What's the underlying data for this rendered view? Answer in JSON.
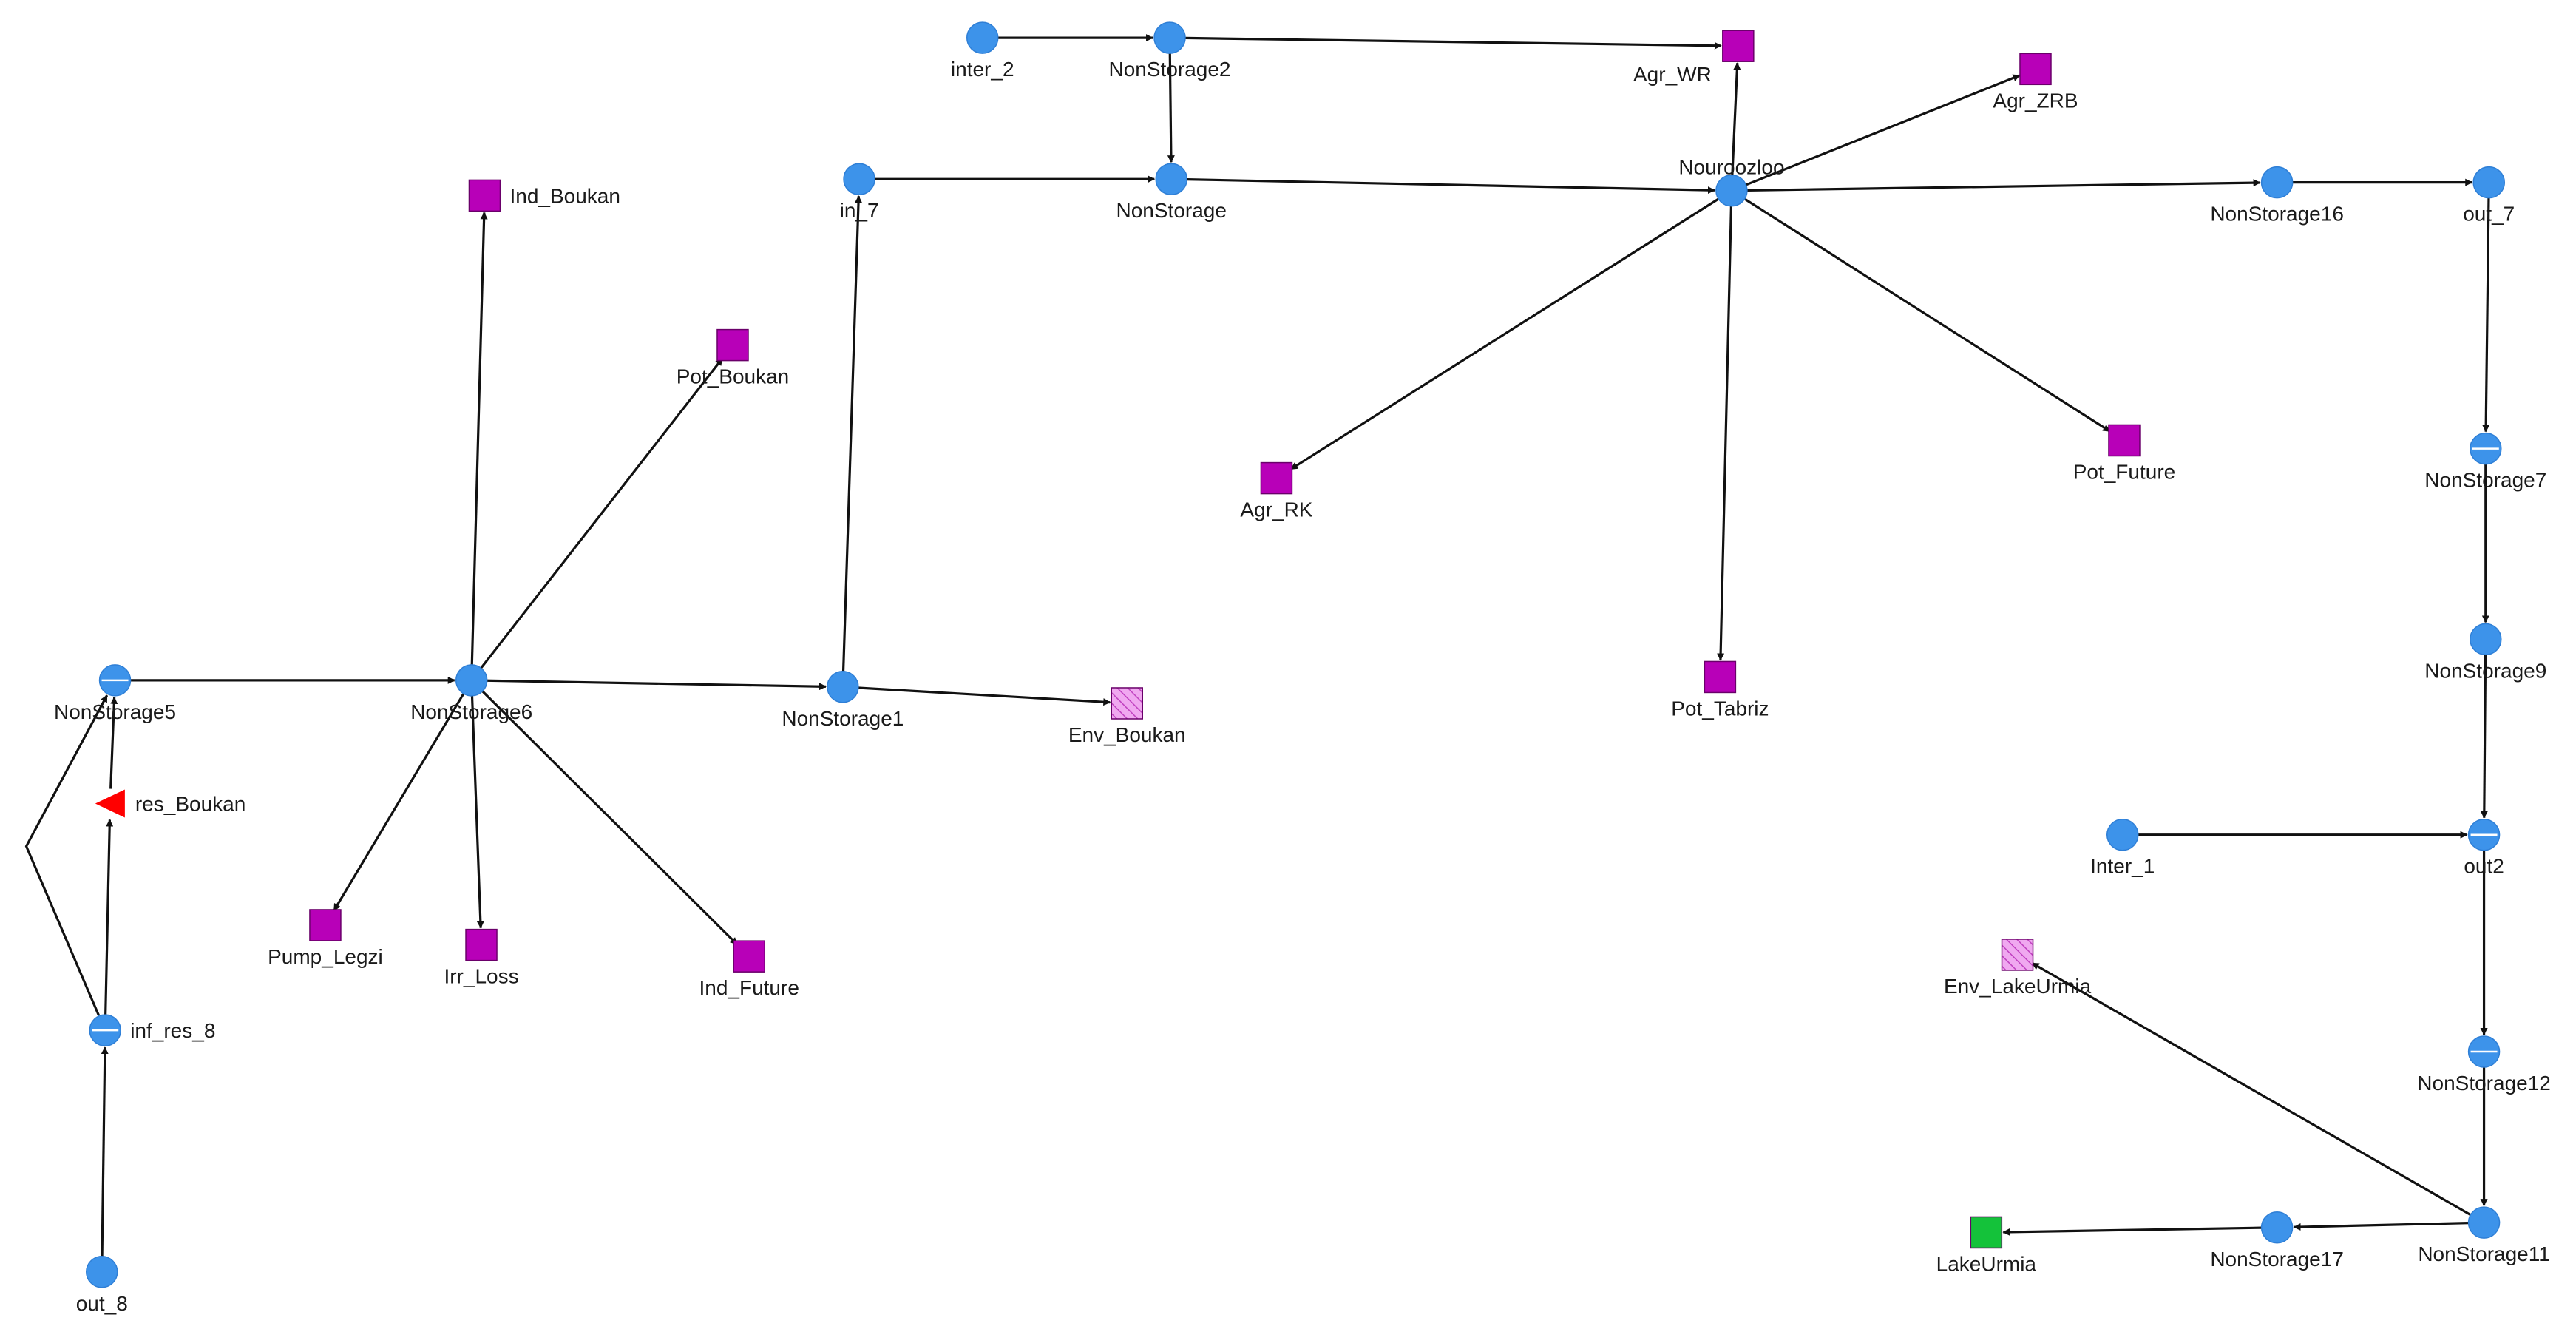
{
  "colors": {
    "nonstorage": "#3d93ea",
    "demand": "#b800b8",
    "environment": "#e58ae5",
    "reservoir": "#ff0000",
    "sink": "#14c23a",
    "edge": "#111111"
  },
  "nodes": {
    "inter_2": {
      "label": "inter_2",
      "type": "nonstorage"
    },
    "nonstorage2": {
      "label": "NonStorage2",
      "type": "nonstorage"
    },
    "agr_wr": {
      "label": "Agr_WR",
      "type": "demand"
    },
    "agr_zrb": {
      "label": "Agr_ZRB",
      "type": "demand"
    },
    "in_7": {
      "label": "in_7",
      "type": "nonstorage"
    },
    "nonstorage": {
      "label": "NonStorage",
      "type": "nonstorage"
    },
    "nouroozloo": {
      "label": "Nouroozloo",
      "type": "nonstorage"
    },
    "nonstorage16": {
      "label": "NonStorage16",
      "type": "nonstorage"
    },
    "out_7": {
      "label": "out_7",
      "type": "nonstorage"
    },
    "ind_boukan": {
      "label": "Ind_Boukan",
      "type": "demand"
    },
    "pot_boukan": {
      "label": "Pot_Boukan",
      "type": "demand"
    },
    "agr_rk": {
      "label": "Agr_RK",
      "type": "demand"
    },
    "pot_future": {
      "label": "Pot_Future",
      "type": "demand"
    },
    "nonstorage7": {
      "label": "NonStorage7",
      "type": "nonstorage_lined"
    },
    "nonstorage9": {
      "label": "NonStorage9",
      "type": "nonstorage"
    },
    "nonstorage5": {
      "label": "NonStorage5",
      "type": "nonstorage_lined"
    },
    "nonstorage6": {
      "label": "NonStorage6",
      "type": "nonstorage"
    },
    "nonstorage1": {
      "label": "NonStorage1",
      "type": "nonstorage"
    },
    "env_boukan": {
      "label": "Env_Boukan",
      "type": "environment"
    },
    "pot_tabriz": {
      "label": "Pot_Tabriz",
      "type": "demand"
    },
    "res_boukan": {
      "label": "res_Boukan",
      "type": "reservoir"
    },
    "inter_1": {
      "label": "Inter_1",
      "type": "nonstorage"
    },
    "out2": {
      "label": "out2",
      "type": "nonstorage_lined"
    },
    "pump_legzi": {
      "label": "Pump_Legzi",
      "type": "demand"
    },
    "irr_loss": {
      "label": "Irr_Loss",
      "type": "demand"
    },
    "ind_future": {
      "label": "Ind_Future",
      "type": "demand"
    },
    "env_lakeurmia": {
      "label": "Env_LakeUrmia",
      "type": "environment"
    },
    "inf_res_8": {
      "label": "inf_res_8",
      "type": "nonstorage_lined"
    },
    "nonstorage12": {
      "label": "NonStorage12",
      "type": "nonstorage_lined"
    },
    "lakeurmia": {
      "label": "LakeUrmia",
      "type": "sink"
    },
    "nonstorage17": {
      "label": "NonStorage17",
      "type": "nonstorage"
    },
    "nonstorage11": {
      "label": "NonStorage11",
      "type": "nonstorage"
    },
    "out_8": {
      "label": "out_8",
      "type": "nonstorage"
    }
  },
  "edges": [
    {
      "from": "inter_2",
      "to": "nonstorage2"
    },
    {
      "from": "nonstorage2",
      "to": "agr_wr"
    },
    {
      "from": "nonstorage2",
      "to": "nonstorage"
    },
    {
      "from": "in_7",
      "to": "nonstorage"
    },
    {
      "from": "nonstorage",
      "to": "nouroozloo"
    },
    {
      "from": "nouroozloo",
      "to": "agr_wr"
    },
    {
      "from": "nouroozloo",
      "to": "agr_zrb"
    },
    {
      "from": "nouroozloo",
      "to": "nonstorage16"
    },
    {
      "from": "nouroozloo",
      "to": "agr_rk"
    },
    {
      "from": "nouroozloo",
      "to": "pot_future"
    },
    {
      "from": "nouroozloo",
      "to": "pot_tabriz"
    },
    {
      "from": "nonstorage16",
      "to": "out_7"
    },
    {
      "from": "out_7",
      "to": "nonstorage7"
    },
    {
      "from": "nonstorage7",
      "to": "nonstorage9"
    },
    {
      "from": "nonstorage9",
      "to": "out2"
    },
    {
      "from": "inter_1",
      "to": "out2"
    },
    {
      "from": "out2",
      "to": "nonstorage12"
    },
    {
      "from": "nonstorage12",
      "to": "nonstorage11"
    },
    {
      "from": "nonstorage11",
      "to": "env_lakeurmia"
    },
    {
      "from": "nonstorage11",
      "to": "nonstorage17"
    },
    {
      "from": "nonstorage17",
      "to": "lakeurmia"
    },
    {
      "from": "nonstorage5",
      "to": "nonstorage6"
    },
    {
      "from": "nonstorage6",
      "to": "ind_boukan"
    },
    {
      "from": "nonstorage6",
      "to": "pot_boukan"
    },
    {
      "from": "nonstorage6",
      "to": "nonstorage1"
    },
    {
      "from": "nonstorage6",
      "to": "pump_legzi"
    },
    {
      "from": "nonstorage6",
      "to": "irr_loss"
    },
    {
      "from": "nonstorage6",
      "to": "ind_future"
    },
    {
      "from": "nonstorage1",
      "to": "in_7"
    },
    {
      "from": "nonstorage1",
      "to": "env_boukan"
    },
    {
      "from": "out_8",
      "to": "inf_res_8"
    },
    {
      "from": "inf_res_8",
      "to": "res_boukan"
    },
    {
      "from": "res_boukan",
      "to": "nonstorage5"
    },
    {
      "from": "inf_res_8",
      "to": "nonstorage5",
      "via": "left-bend"
    }
  ]
}
